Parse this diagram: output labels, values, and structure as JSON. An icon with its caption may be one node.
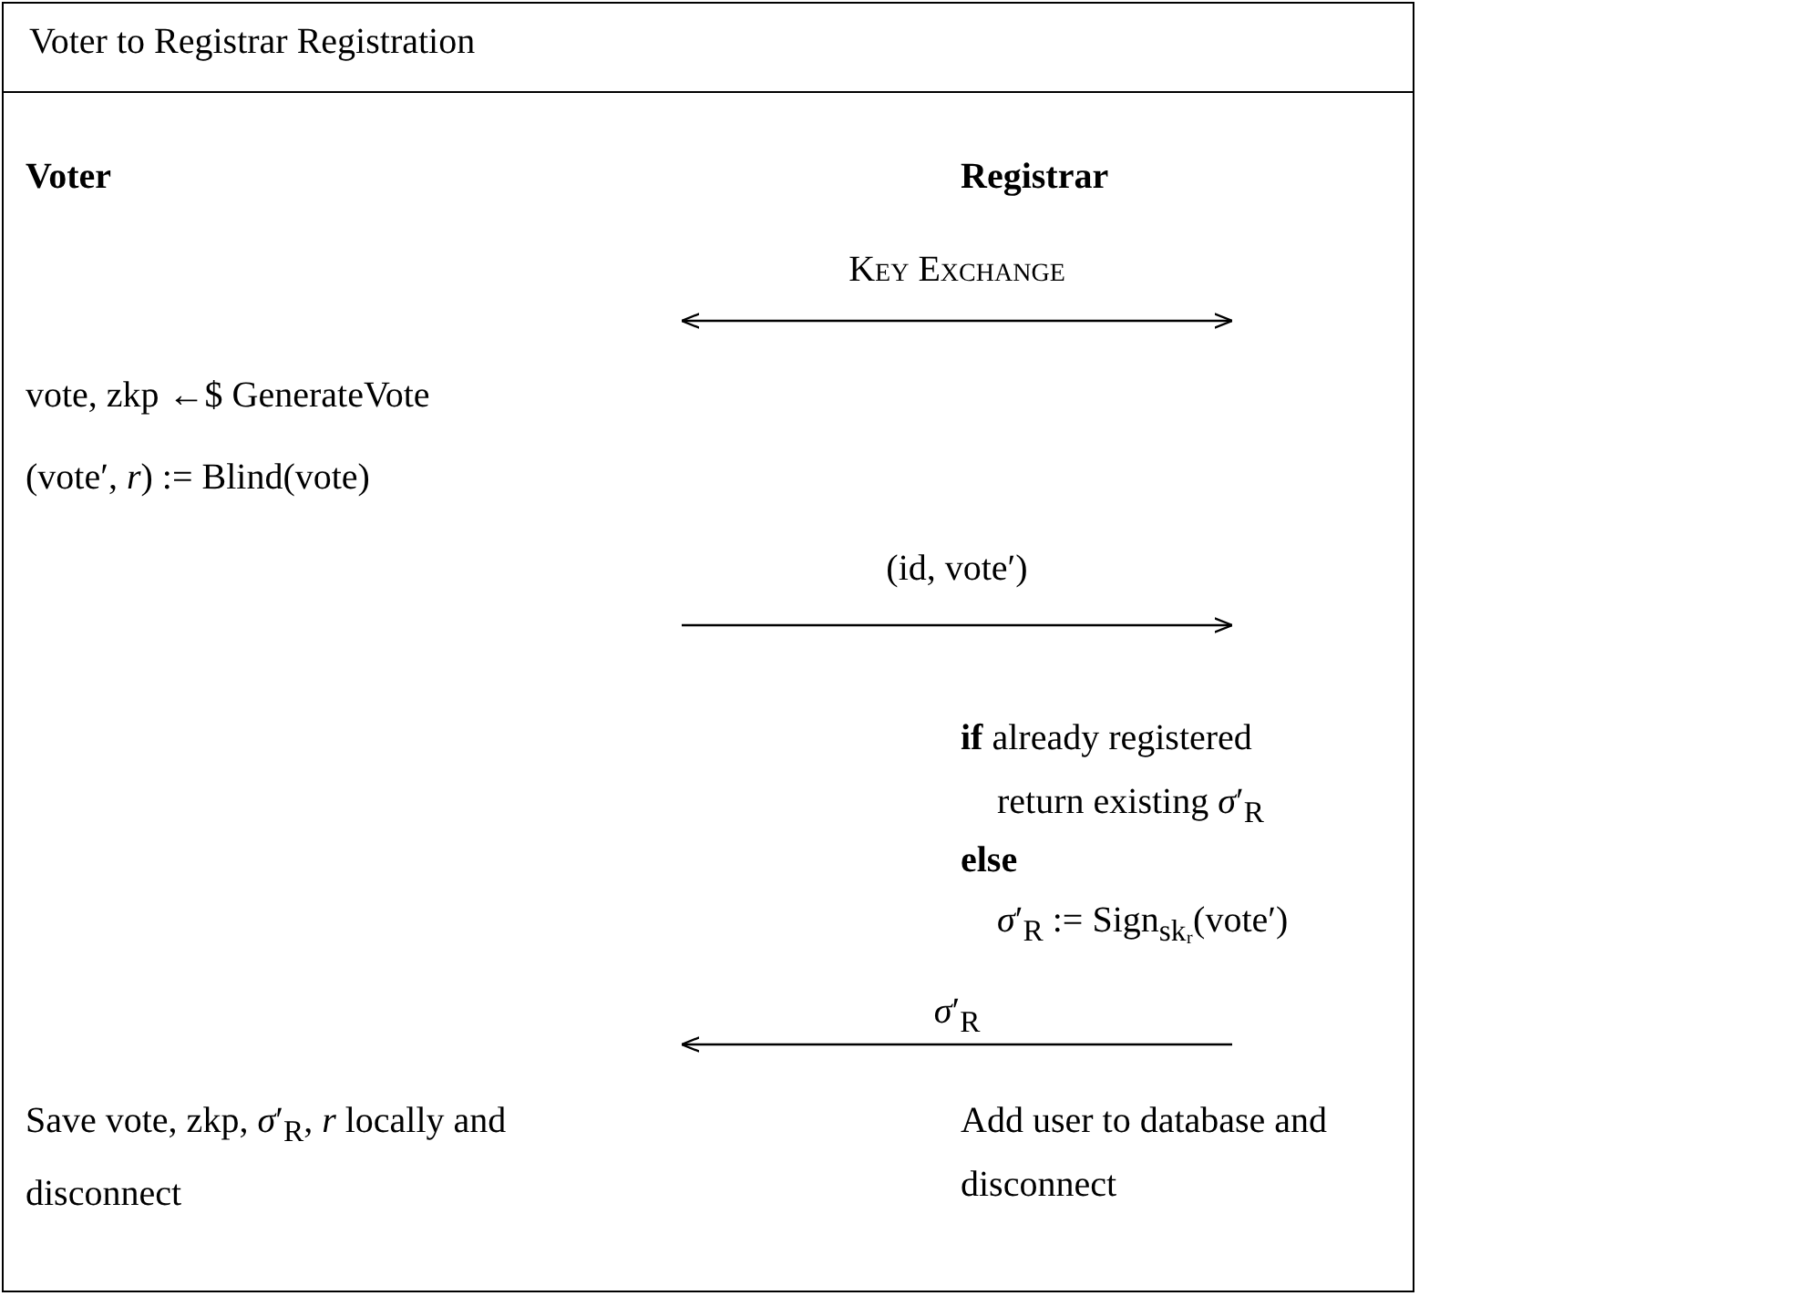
{
  "diagram": {
    "title": "Voter to Registrar Registration",
    "labels": [
      "Voter",
      "Registrar",
      "Key Exchange",
      "vote, zkp ←$ GenerateVote",
      "(vote′, *r*) := Blind(vote)",
      "(id, vote′)",
      "**if** already registered",
      "return existing *σ*′$_{R}$",
      "else",
      "*σ*′$_{R}$ := Sign$_{skᵣ}$(vote′)",
      "*σ*′$_{R}$",
      "Save vote, zkp, *σ*′$_{R}$, *r* locally and disconnect",
      "Add user to database and disconnect"
    ]
  }
}
